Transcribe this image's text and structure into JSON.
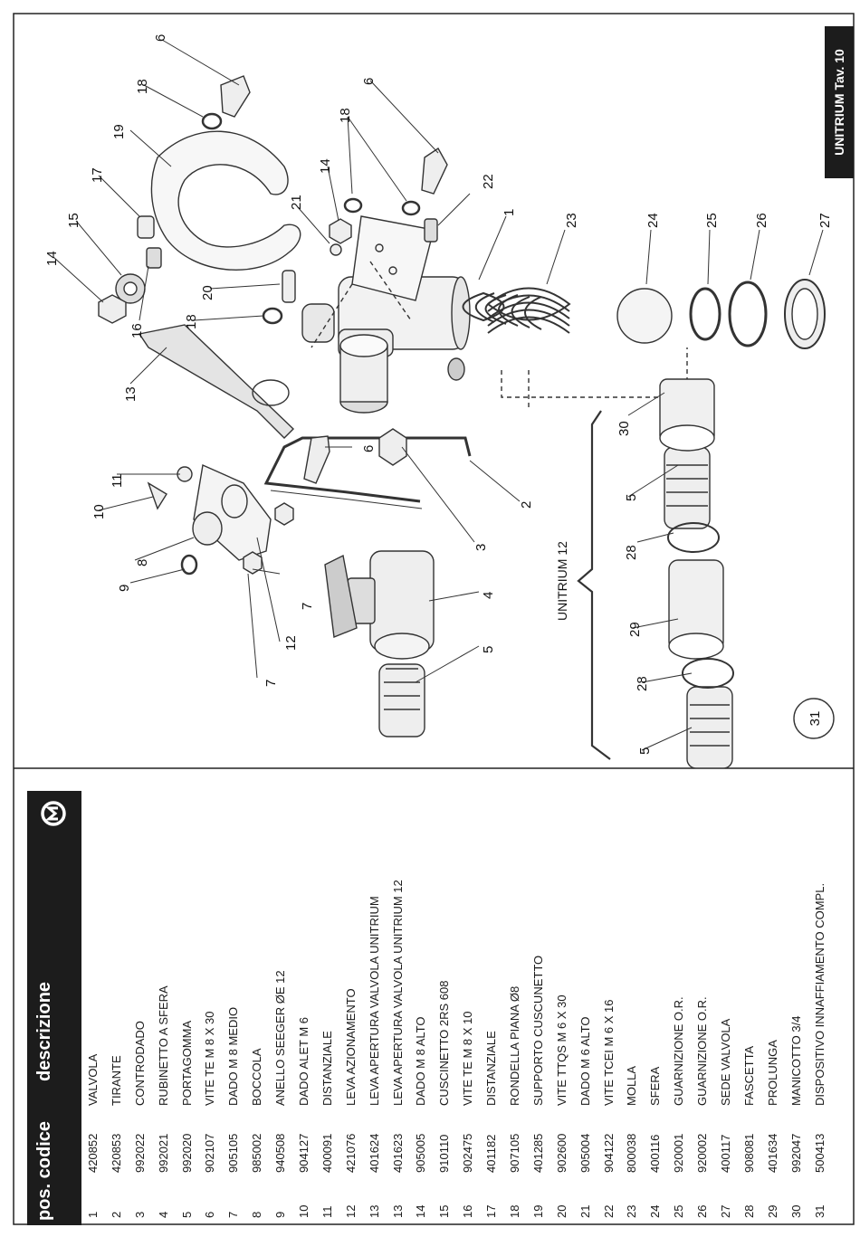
{
  "header": {
    "pos_label": "pos. codice",
    "desc_label": "descrizione"
  },
  "tab_title": "UNITRIUM Tav. 10",
  "parts": [
    {
      "pos": "1",
      "code": "420852",
      "desc": "VALVOLA"
    },
    {
      "pos": "2",
      "code": "420853",
      "desc": "TIRANTE"
    },
    {
      "pos": "3",
      "code": "992022",
      "desc": "CONTRODADO"
    },
    {
      "pos": "4",
      "code": "992021",
      "desc": "RUBINETTO A SFERA"
    },
    {
      "pos": "5",
      "code": "992020",
      "desc": "PORTAGOMMA"
    },
    {
      "pos": "6",
      "code": "902107",
      "desc": "VITE TE M 8 X 30"
    },
    {
      "pos": "7",
      "code": "905105",
      "desc": "DADO M 8 MEDIO"
    },
    {
      "pos": "8",
      "code": "985002",
      "desc": "BOCCOLA"
    },
    {
      "pos": "9",
      "code": "940508",
      "desc": "ANELLO SEEGER ØE 12"
    },
    {
      "pos": "10",
      "code": "904127",
      "desc": "DADO ALET M 6"
    },
    {
      "pos": "11",
      "code": "400091",
      "desc": "DISTANZIALE"
    },
    {
      "pos": "12",
      "code": "421076",
      "desc": "LEVA AZIONAMENTO"
    },
    {
      "pos": "13",
      "code": "401624",
      "desc": "LEVA APERTURA VALVOLA UNITRIUM"
    },
    {
      "pos": "13",
      "code": "401623",
      "desc": "LEVA APERTURA VALVOLA UNITRIUM 12"
    },
    {
      "pos": "14",
      "code": "905005",
      "desc": "DADO M 8 ALTO"
    },
    {
      "pos": "15",
      "code": "910110",
      "desc": "CUSCINETTO 2RS 608"
    },
    {
      "pos": "16",
      "code": "902475",
      "desc": "VITE TE M 8 X 10"
    },
    {
      "pos": "17",
      "code": "401182",
      "desc": "DISTANZIALE"
    },
    {
      "pos": "18",
      "code": "907105",
      "desc": "RONDELLA PIANA Ø8"
    },
    {
      "pos": "19",
      "code": "401285",
      "desc": "SUPPORTO CUSCUNETTO"
    },
    {
      "pos": "20",
      "code": "902600",
      "desc": "VITE TTQS M 6 X 30"
    },
    {
      "pos": "21",
      "code": "905004",
      "desc": "DADO M 6 ALTO"
    },
    {
      "pos": "22",
      "code": "904122",
      "desc": "VITE TCEI M 6 X 16"
    },
    {
      "pos": "23",
      "code": "800038",
      "desc": "MOLLA"
    },
    {
      "pos": "24",
      "code": "400116",
      "desc": "SFERA"
    },
    {
      "pos": "25",
      "code": "920001",
      "desc": "GUARNIZIONE O.R."
    },
    {
      "pos": "26",
      "code": "920002",
      "desc": "GUARNIZIONE O.R."
    },
    {
      "pos": "27",
      "code": "400117",
      "desc": "SEDE VALVOLA"
    },
    {
      "pos": "28",
      "code": "908081",
      "desc": "FASCETTA"
    },
    {
      "pos": "29",
      "code": "401634",
      "desc": "PROLUNGA"
    },
    {
      "pos": "30",
      "code": "992047",
      "desc": "MANICOTTO 3/4"
    },
    {
      "pos": "31",
      "code": "500413",
      "desc": "DISPOSITIVO INNAFFIAMENTO COMPL."
    }
  ],
  "diagram": {
    "group_label": "UNITRIUM 12",
    "assembly_number": "31",
    "callouts": {
      "c1": "1",
      "c2": "2",
      "c3": "3",
      "c4": "4",
      "c5a": "5",
      "c5b": "5",
      "c5c": "5",
      "c6a": "6",
      "c6b": "6",
      "c6c": "6",
      "c7a": "7",
      "c7b": "7",
      "c8": "8",
      "c9": "9",
      "c10": "10",
      "c11": "11",
      "c12": "12",
      "c13": "13",
      "c14a": "14",
      "c14b": "14",
      "c15": "15",
      "c16": "16",
      "c17": "17",
      "c18a": "18",
      "c18b": "18",
      "c18c": "18",
      "c19": "19",
      "c20": "20",
      "c21": "21",
      "c22": "22",
      "c23": "23",
      "c24": "24",
      "c25": "25",
      "c26": "26",
      "c27": "27",
      "c28a": "28",
      "c28b": "28",
      "c29": "29",
      "c30": "30"
    }
  }
}
